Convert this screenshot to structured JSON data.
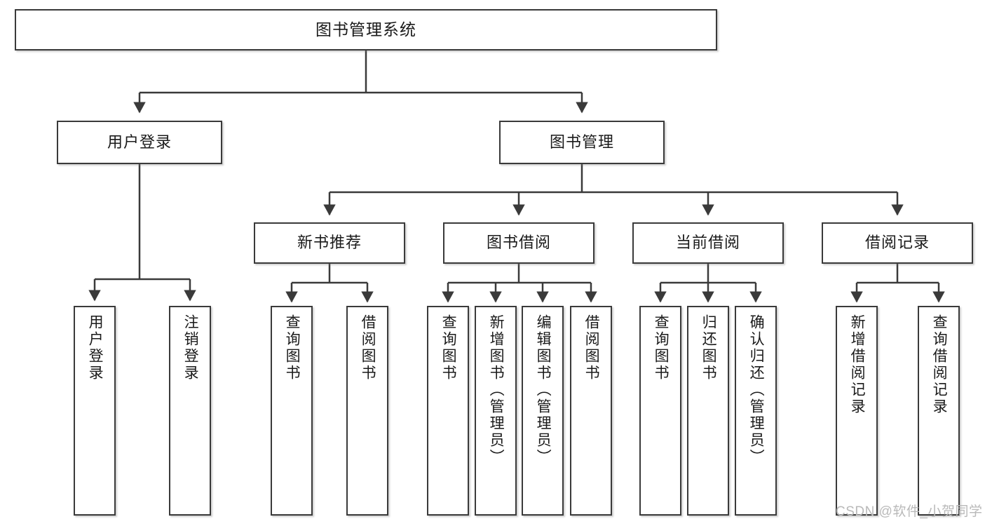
{
  "diagram": {
    "title": "图书管理系统",
    "type": "hierarchy-tree",
    "watermark": "CSDN @软件_小贺同学",
    "colors": {
      "box_border": "#3a3a3a",
      "box_fill": "#ffffff",
      "connector": "#3a3a3a",
      "text": "#1a1a1a",
      "watermark": "#b9b9b9",
      "background": "#ffffff"
    },
    "root": {
      "label": "图书管理系统"
    },
    "level2": [
      {
        "label": "用户登录"
      },
      {
        "label": "图书管理"
      }
    ],
    "level3": [
      {
        "label": "新书推荐"
      },
      {
        "label": "图书借阅"
      },
      {
        "label": "当前借阅"
      },
      {
        "label": "借阅记录"
      }
    ],
    "leaves": {
      "user_login": [
        {
          "label": "用户登录"
        },
        {
          "label": "注销登录"
        }
      ],
      "new_book_recommend": [
        {
          "label": "查询图书"
        },
        {
          "label": "借阅图书"
        }
      ],
      "book_borrow": [
        {
          "label": "查询图书"
        },
        {
          "label": "新增图书（管理员）"
        },
        {
          "label": "编辑图书（管理员）"
        },
        {
          "label": "借阅图书"
        }
      ],
      "current_borrow": [
        {
          "label": "查询图书"
        },
        {
          "label": "归还图书"
        },
        {
          "label": "确认归还（管理员）"
        }
      ],
      "borrow_record": [
        {
          "label": "新增借阅记录"
        },
        {
          "label": "查询借阅记录"
        }
      ]
    }
  }
}
